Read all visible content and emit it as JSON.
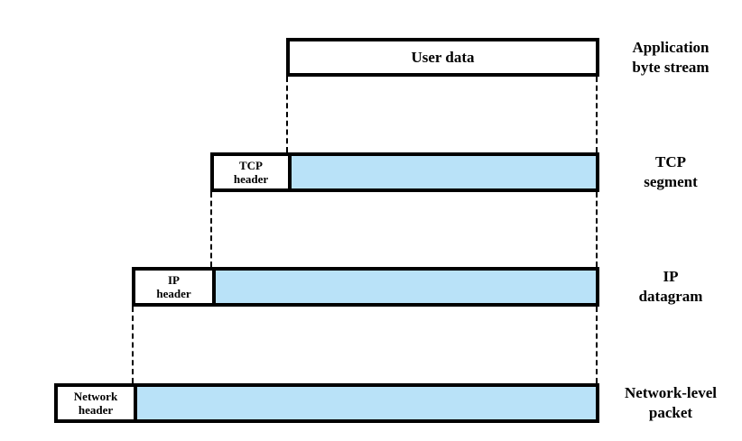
{
  "colors": {
    "data_fill": "#b9e2f8",
    "box_fill": "#ffffff",
    "border": "#000000",
    "background": "#ffffff"
  },
  "rows": [
    {
      "name": "application",
      "box_label": "User data",
      "side_label_lines": [
        "Application",
        "byte stream"
      ]
    },
    {
      "name": "tcp",
      "header_lines": [
        "TCP",
        "header"
      ],
      "side_label_lines": [
        "TCP",
        "segment"
      ]
    },
    {
      "name": "ip",
      "header_lines": [
        "IP",
        "header"
      ],
      "side_label_lines": [
        "IP",
        "datagram"
      ]
    },
    {
      "name": "network",
      "header_lines": [
        "Network",
        "header"
      ],
      "side_label_lines": [
        "Network-level",
        "packet"
      ]
    }
  ]
}
